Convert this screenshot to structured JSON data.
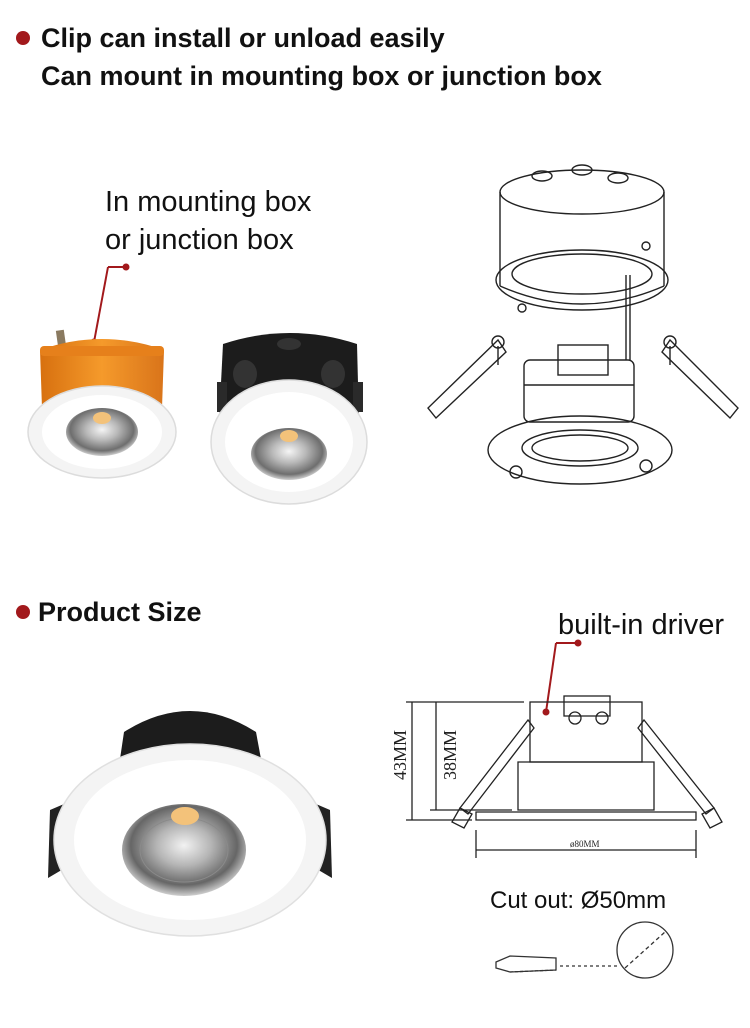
{
  "section1": {
    "line1": "Clip can install or unload easily",
    "line2": "Can mount in mounting box or junction box",
    "callout_line1": "In mounting box",
    "callout_line2": "or junction box"
  },
  "section2": {
    "title": "Product Size",
    "driver_label": "built-in driver",
    "height_total": "43MM",
    "height_body": "38MM",
    "diameter": "ø80MM",
    "cutout": "Cut out: Ø50mm"
  },
  "colors": {
    "accent": "#a2191c",
    "orange_box": "#f08a1e",
    "black_box": "#1c1c1c"
  }
}
